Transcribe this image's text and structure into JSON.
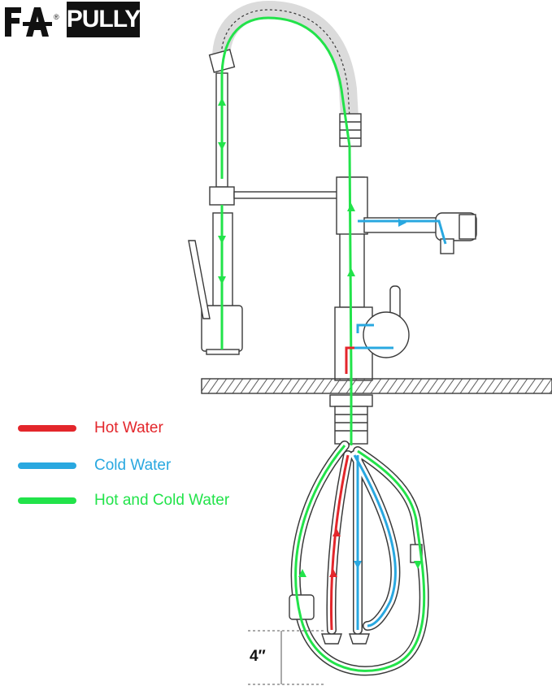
{
  "brand": {
    "name": "PULLY",
    "registered_mark": "®"
  },
  "legend": [
    {
      "label": "Hot Water",
      "color": "#e3262b"
    },
    {
      "label": "Cold Water",
      "color": "#29a8e0"
    },
    {
      "label": "Hot and Cold Water",
      "color": "#22e34a"
    }
  ],
  "dimension": {
    "label": "4″"
  },
  "colors": {
    "outline": "#3a3a3a",
    "hot": "#e3262b",
    "cold": "#29a8e0",
    "mixed": "#22e34a"
  }
}
